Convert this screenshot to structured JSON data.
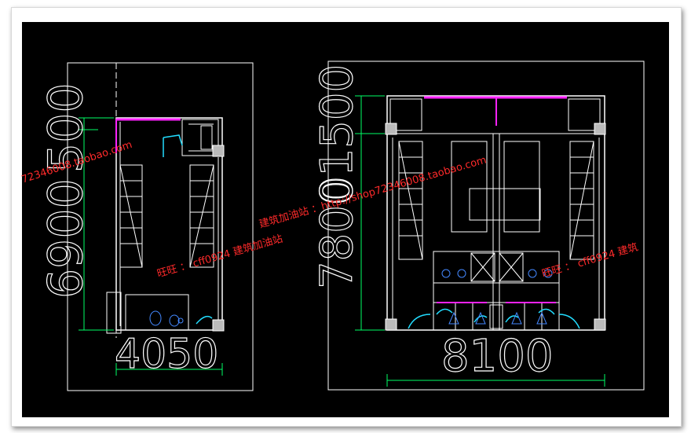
{
  "colors": {
    "background": "#000000",
    "frame": "#ffffff",
    "wall": "#ffffff",
    "dimension": "#00ff66",
    "partition": "#ff22ff",
    "door": "#22ddff",
    "fixture": "#4488ff",
    "watermark": "#ff2a2a"
  },
  "plan_left": {
    "dim_vertical_a": "6900",
    "dim_vertical_b": "500",
    "dim_horizontal": "4050"
  },
  "plan_right": {
    "dim_vertical_a": "7800",
    "dim_vertical_b": "01500",
    "dim_horizontal": "8100"
  },
  "watermarks": {
    "url_short": "72346008.taobao.com",
    "url_long": "建筑加油站 ：http://shop72346008.taobao.com",
    "contact_left": "旺旺 ： cff0924  建筑加油站",
    "contact_right": "旺旺 ： cff0924  建筑"
  }
}
